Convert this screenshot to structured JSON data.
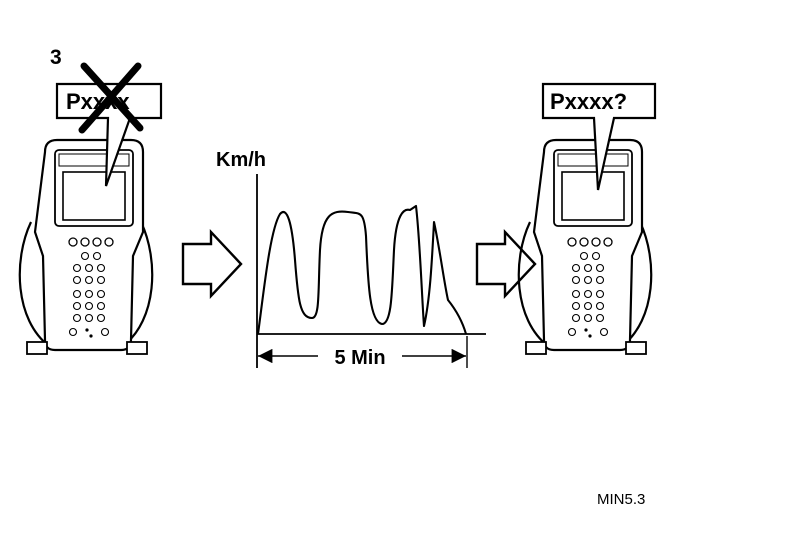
{
  "step_number": "3",
  "left_tester": {
    "bubble_text": "Pxxxx",
    "crossed_out": true
  },
  "right_tester": {
    "bubble_text": "Pxxxx?"
  },
  "speed_graph": {
    "ylabel": "Km/h",
    "duration_label": "5 Min"
  },
  "figure_code": "MIN5.3",
  "colors": {
    "ink": "#000000",
    "background": "#ffffff"
  },
  "icons": [
    "scan-tool-icon",
    "right-arrow-icon",
    "cross-out-icon"
  ]
}
